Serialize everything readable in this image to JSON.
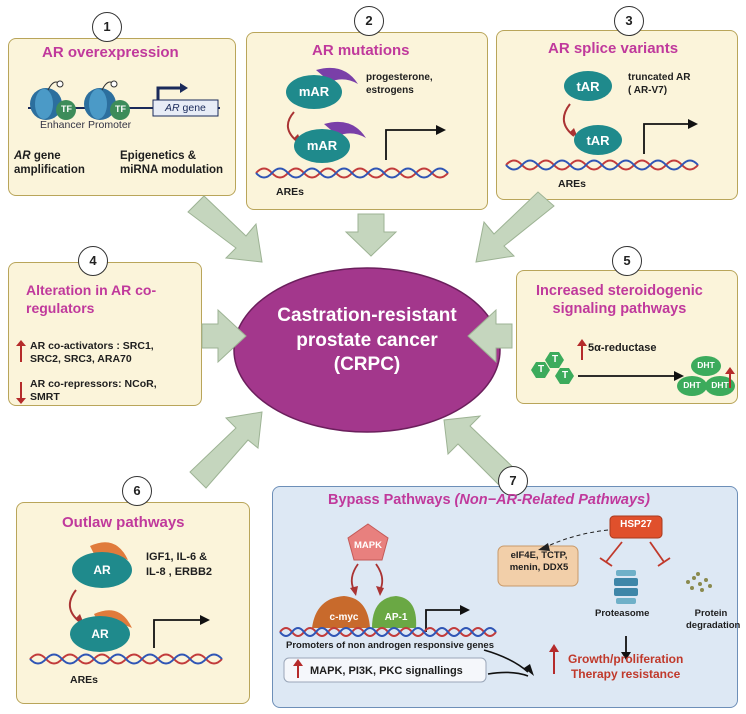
{
  "center": {
    "lines": [
      "Castration-resistant",
      "prostate cancer",
      "(CRPC)"
    ]
  },
  "p1": {
    "num": "1",
    "title": "AR overexpression",
    "tf": "TF",
    "enhancer": "Enhancer",
    "promoter": "Promoter",
    "gene": "AR gene",
    "gene_ar": "AR",
    "gene_word": "gene",
    "amp_ar": "AR",
    "amp_gene": "gene",
    "amp_line2": "amplification",
    "epi_line1": "Epigenetics &",
    "epi_line2": "miRNA modulation"
  },
  "p2": {
    "num": "2",
    "title": "AR mutations",
    "mar": "mAR",
    "ligand_line1": "progesterone,",
    "ligand_line2": "estrogens",
    "ares": "AREs"
  },
  "p3": {
    "num": "3",
    "title": "AR splice variants",
    "tar": "tAR",
    "variant_line1": "truncated AR",
    "variant_line2": "( AR-V7)",
    "ares": "AREs"
  },
  "p4": {
    "num": "4",
    "title_line1": "Alteration in AR co-",
    "title_line2": "regulators",
    "coact_line1": "AR co-activators : SRC1,",
    "coact_line2": "SRC2, SRC3, ARA70",
    "corep_line1": "AR co-repressors: NCoR,",
    "corep_line2": "SMRT"
  },
  "p5": {
    "num": "5",
    "title_line1": "Increased steroidogenic",
    "title_line2": "signaling pathways",
    "t": "T",
    "enzyme": "5α-reductase",
    "dht": "DHT"
  },
  "p6": {
    "num": "6",
    "title": "Outlaw pathways",
    "ar": "AR",
    "factors_line1": "IGF1, IL-6 &",
    "factors_line2": "IL-8 , ERBB2",
    "ares": "AREs"
  },
  "p7": {
    "num": "7",
    "title_main": "Bypass Pathways",
    "title_sub": "(Non−AR-Related Pathways)",
    "mapk": "MAPK",
    "cmyc": "c-myc",
    "ap1": "AP-1",
    "promoters": "Promoters of non androgen responsive genes",
    "hsp": "HSP27",
    "eif_line1": "eIF4E, TCTP,",
    "eif_line2": "menin, DDX5",
    "proteasome": "Proteasome",
    "protein_line1": "Protein",
    "protein_line2": "degradation",
    "growth_line1": "Growth/proliferation",
    "growth_line2": "Therapy resistance",
    "signalling": "MAPK, PI3K, PKC signallings"
  },
  "colors": {
    "title": "#c0399c",
    "panel": "#fbf4da",
    "panel_border": "#b9a55a",
    "blue_panel": "#dde8f4",
    "center": "#a3378c",
    "arrow": "#c5d6be",
    "teal": "#1f8a8c",
    "purple": "#7a3fa8",
    "green": "#3cab5c",
    "up_arrow": "#b52b2b"
  }
}
